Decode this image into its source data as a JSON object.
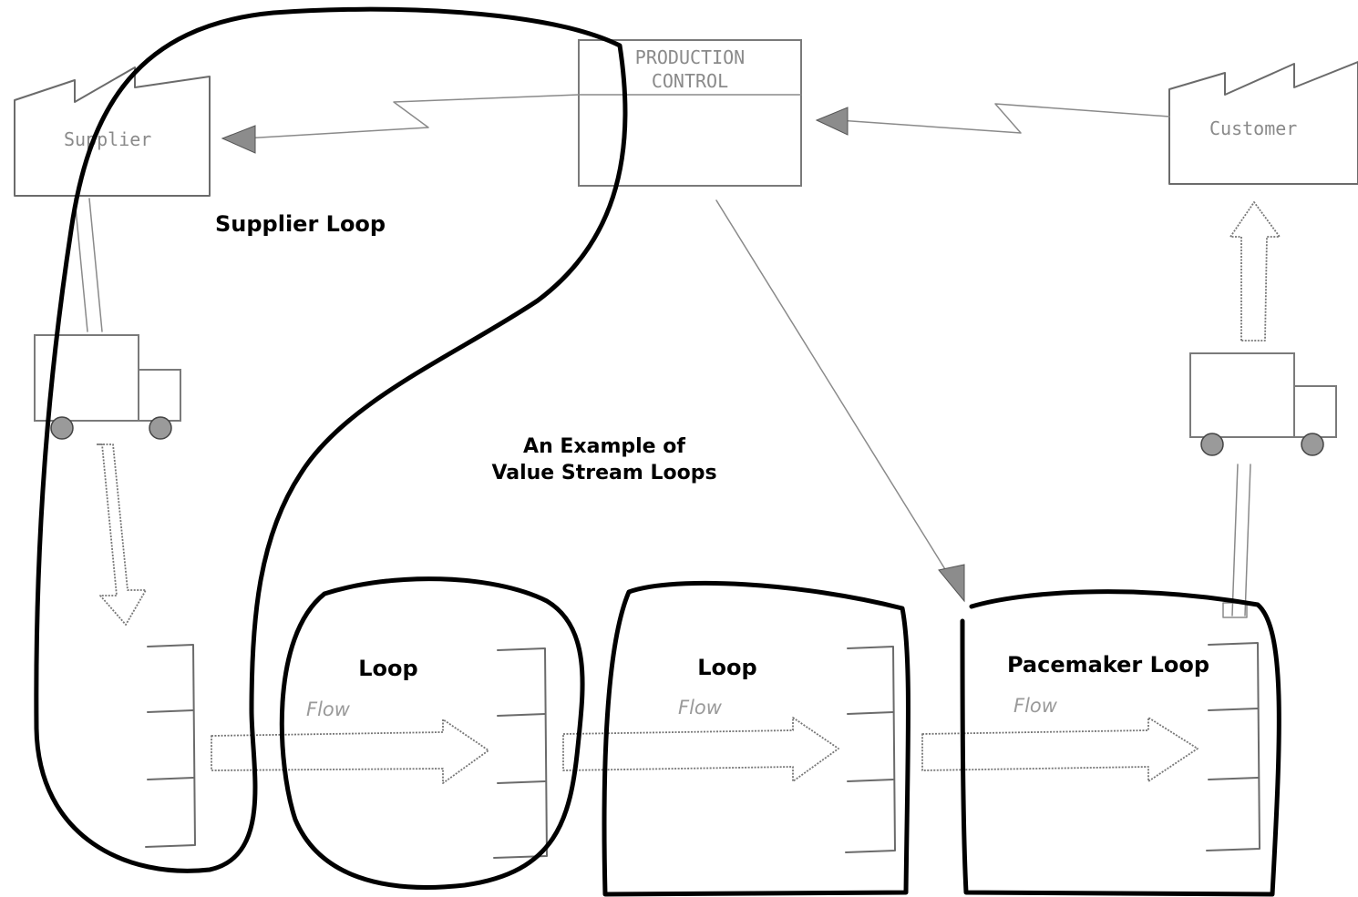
{
  "diagram": {
    "production_control": {
      "line1": "PRODUCTION",
      "line2": "CONTROL"
    },
    "supplier": {
      "label": "Supplier"
    },
    "customer": {
      "label": "Customer"
    },
    "title": {
      "line1": "An Example of",
      "line2": "Value Stream Loops"
    },
    "loops": {
      "supplier_loop": "Supplier Loop",
      "loop_1": "Loop",
      "loop_2": "Loop",
      "pacemaker_loop": "Pacemaker Loop"
    },
    "flow_labels": {
      "flow_1": "Flow",
      "flow_2": "Flow",
      "flow_3": "Flow"
    }
  }
}
